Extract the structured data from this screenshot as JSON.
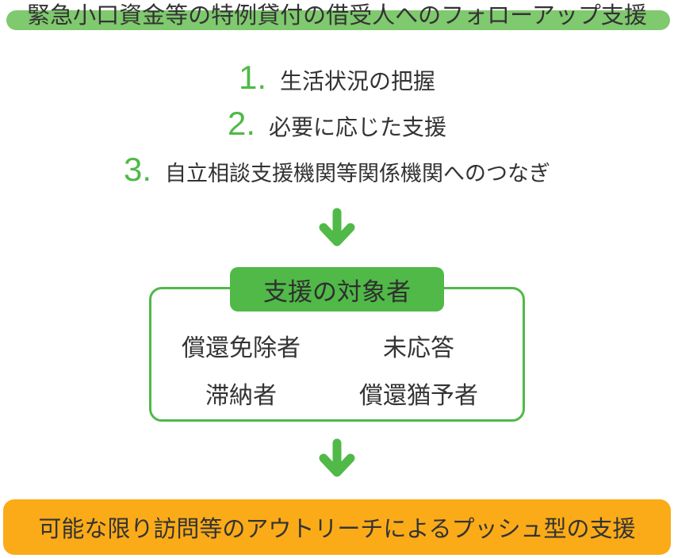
{
  "palette": {
    "header_band_green": "#7fc96e",
    "accent_green": "#50b948",
    "footer_orange": "#fbab18",
    "text_dark": "#333333",
    "box_background": "#ffffff"
  },
  "header": {
    "title": "緊急小口資金等の特例貸付の借受人へのフォローアップ支援"
  },
  "steps": [
    {
      "number": "1.",
      "label": "生活状況の把握"
    },
    {
      "number": "2.",
      "label": "必要に応じた支援"
    },
    {
      "number": "3.",
      "label": "自立相談支援機関等関係機関へのつなぎ"
    }
  ],
  "icons": {
    "down_arrow": "↓"
  },
  "target_box": {
    "title": "支援の対象者",
    "items": [
      "償還免除者",
      "未応答",
      "滞納者",
      "償還猶予者"
    ]
  },
  "footer": {
    "label": "可能な限り訪問等のアウトリーチによるプッシュ型の支援"
  }
}
